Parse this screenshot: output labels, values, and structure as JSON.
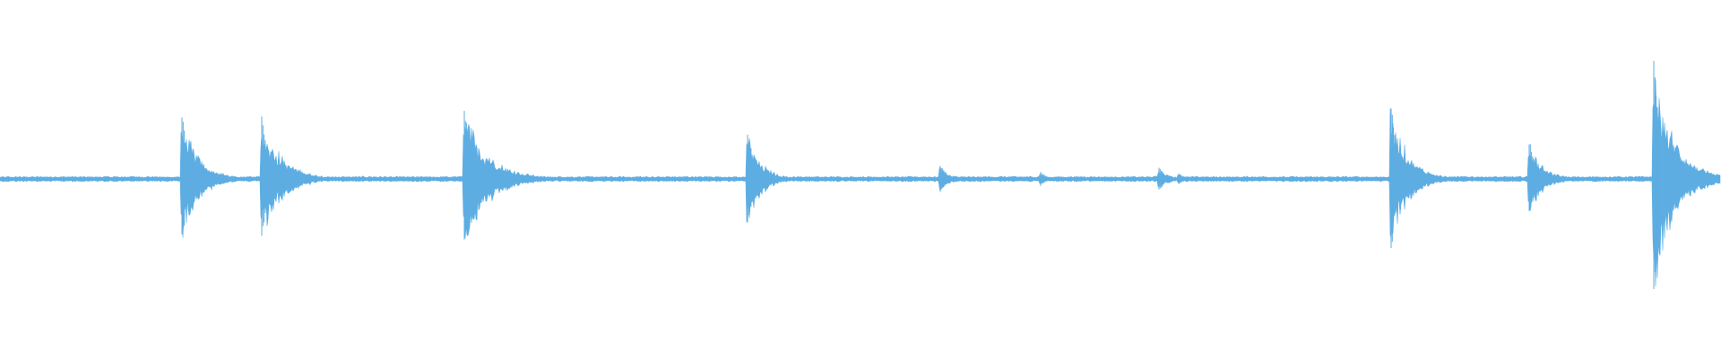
{
  "waveform": {
    "color": "#5DADE2",
    "background": "#FFFFFF",
    "baseline_amplitude": 0.02,
    "transients": [
      {
        "position": 0.1055,
        "amplitude": 0.46,
        "decay": 0.01
      },
      {
        "position": 0.152,
        "amplitude": 0.46,
        "decay": 0.012
      },
      {
        "position": 0.27,
        "amplitude": 0.52,
        "decay": 0.014
      },
      {
        "position": 0.4345,
        "amplitude": 0.34,
        "decay": 0.008
      },
      {
        "position": 0.5465,
        "amplitude": 0.1,
        "decay": 0.006
      },
      {
        "position": 0.6045,
        "amplitude": 0.05,
        "decay": 0.003
      },
      {
        "position": 0.6735,
        "amplitude": 0.08,
        "decay": 0.006
      },
      {
        "position": 0.685,
        "amplitude": 0.04,
        "decay": 0.004
      },
      {
        "position": 0.8085,
        "amplitude": 0.52,
        "decay": 0.01
      },
      {
        "position": 0.8885,
        "amplitude": 0.28,
        "decay": 0.008
      },
      {
        "position": 0.961,
        "amplitude": 0.85,
        "decay": 0.012
      }
    ]
  }
}
